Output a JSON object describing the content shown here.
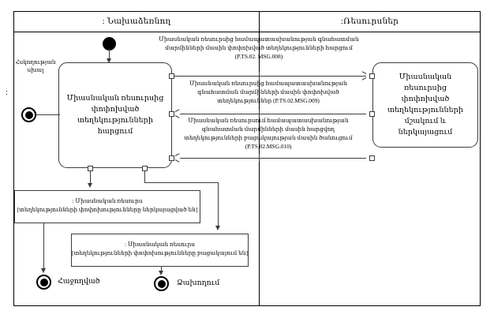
{
  "diagram": {
    "type": "uml-activity-diagram",
    "title_left_lane": ": Նախաձեռնող",
    "title_right_lane": ":Ռեսուրսներ"
  },
  "lanes": [
    {
      "name": "initiator-lane",
      "label": ": Նախաձեռնող"
    },
    {
      "name": "responder-lane",
      "label": ":Ռեսուրսներ"
    }
  ],
  "activities": [
    {
      "id": "act-initiator",
      "label": "Միասնական\nռեսուրսից փոփոխված\nտեղեկությունների\nհարցում"
    },
    {
      "id": "act-responder",
      "label": "Միասնական\nռեսուրսից փոփոխված\nտեղեկությունների\nմշակում և\nներկայացում"
    }
  ],
  "messages": [
    {
      "id": "msg-008",
      "direction": "right",
      "label": "Միասնական ռեսուրսից համապատասխանության գնահատման\nմարմինների մասին փոփոխված տեղեկությունների հարցում\n(P.TS.02. MSG.008)",
      "code": "P.TS.02. MSG.008"
    },
    {
      "id": "msg-009",
      "direction": "right",
      "label": "Միասնական ռեսուրսից համապատասխանության\nգնահատման մարմինների մասին փոփոխված\nտեղեկություններ (P.TS.02.MSG.009)",
      "code": "P.TS.02.MSG.009"
    },
    {
      "id": "msg-010",
      "direction": "left",
      "label": "Միասնական ռեսուրսում համապատասխանության\nգնահատման մարմինների մասին հարցվող\nտեղեկությունների բացակայության մասին ծանուցում\n(P.TS.02.MSG.010)",
      "code": "P.TS.02.MSG.010"
    }
  ],
  "notes": [
    {
      "id": "note-1",
      "label": ": Միասնական ռեսուրս\n[տեղեկությունների փոփոխությունները ներկայացված են]"
    },
    {
      "id": "note-2",
      "label": ": Միասնական ռեսուրս\n[տեղեկությունների փոփոխությունները բացակայում են]"
    }
  ],
  "labels": {
    "error_label": "Հսկողության\nսխալ",
    "colon_mark": ":"
  },
  "end_nodes": [
    {
      "id": "end-success",
      "label": "Հաջողված"
    },
    {
      "id": "end-failure",
      "label": "Ձախողում"
    }
  ],
  "colors": {
    "stroke": "#3c3c3c",
    "frame": "#000000",
    "fill": "#ffffff"
  }
}
